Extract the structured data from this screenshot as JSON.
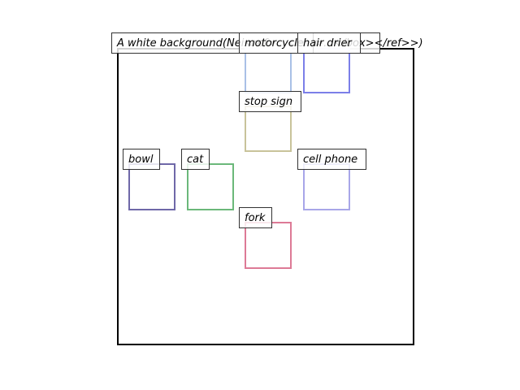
{
  "caption": "A white background(Nei<ref>...<box>...</box></ref>>)",
  "objects": [
    {
      "name": "motorcycle",
      "color": "#a9c0e6"
    },
    {
      "name": "hair drier",
      "color": "#7b7fe8"
    },
    {
      "name": "stop sign",
      "color": "#c8c39a"
    },
    {
      "name": "bowl",
      "color": "#6f68a8"
    },
    {
      "name": "cat",
      "color": "#6bb87a"
    },
    {
      "name": "cell phone",
      "color": "#a8a6e8"
    },
    {
      "name": "fork",
      "color": "#dd7a96"
    }
  ]
}
